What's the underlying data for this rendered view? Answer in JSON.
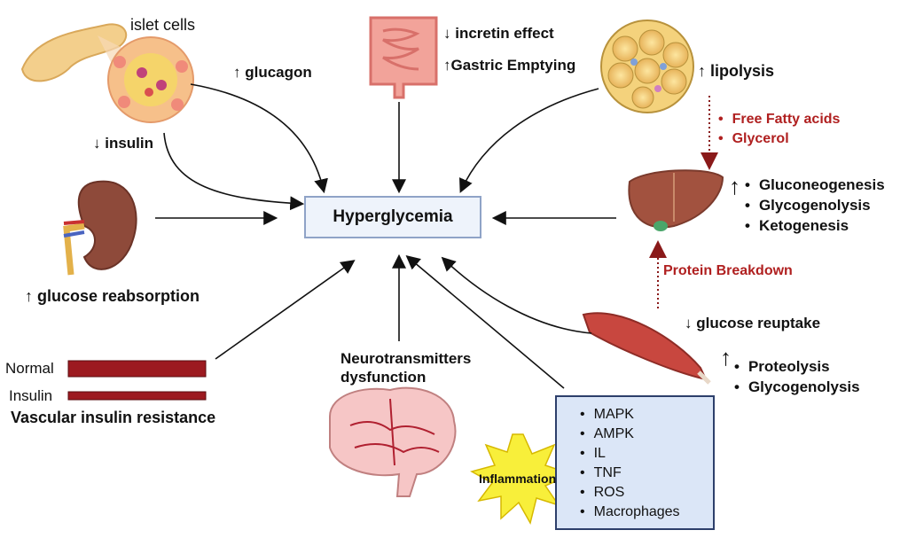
{
  "title": "Hyperglycemia",
  "pancreas": {
    "label": "islet cells",
    "glucagon": "↑ glucagon",
    "insulin": "↓ insulin"
  },
  "intestine": {
    "incretin": "↓ incretin effect",
    "gastric": "↑Gastric Emptying"
  },
  "adipose": {
    "lipolysis": "↑ lipolysis",
    "products": [
      "Free Fatty acids",
      "Glycerol"
    ]
  },
  "liver": {
    "arrow": "↑",
    "items": [
      "Gluconeogenesis",
      "Glycogenolysis",
      "Ketogenesis"
    ]
  },
  "kidney": {
    "label": "↑ glucose reabsorption"
  },
  "muscle": {
    "breakdown": "Protein Breakdown",
    "reuptake": "↓ glucose reuptake",
    "arrow": "↑",
    "items": [
      "Proteolysis",
      "Glycogenolysis"
    ]
  },
  "vascular": {
    "normal": "Normal",
    "insulin": "Insulin",
    "label": "Vascular insulin resistance"
  },
  "brain": {
    "label_line1": "Neurotransmitters",
    "label_line2": "dysfunction"
  },
  "inflammation": {
    "label": "Inflammation",
    "items": [
      "MAPK",
      "AMPK",
      "IL",
      "TNF",
      "ROS",
      "Macrophages"
    ]
  }
}
